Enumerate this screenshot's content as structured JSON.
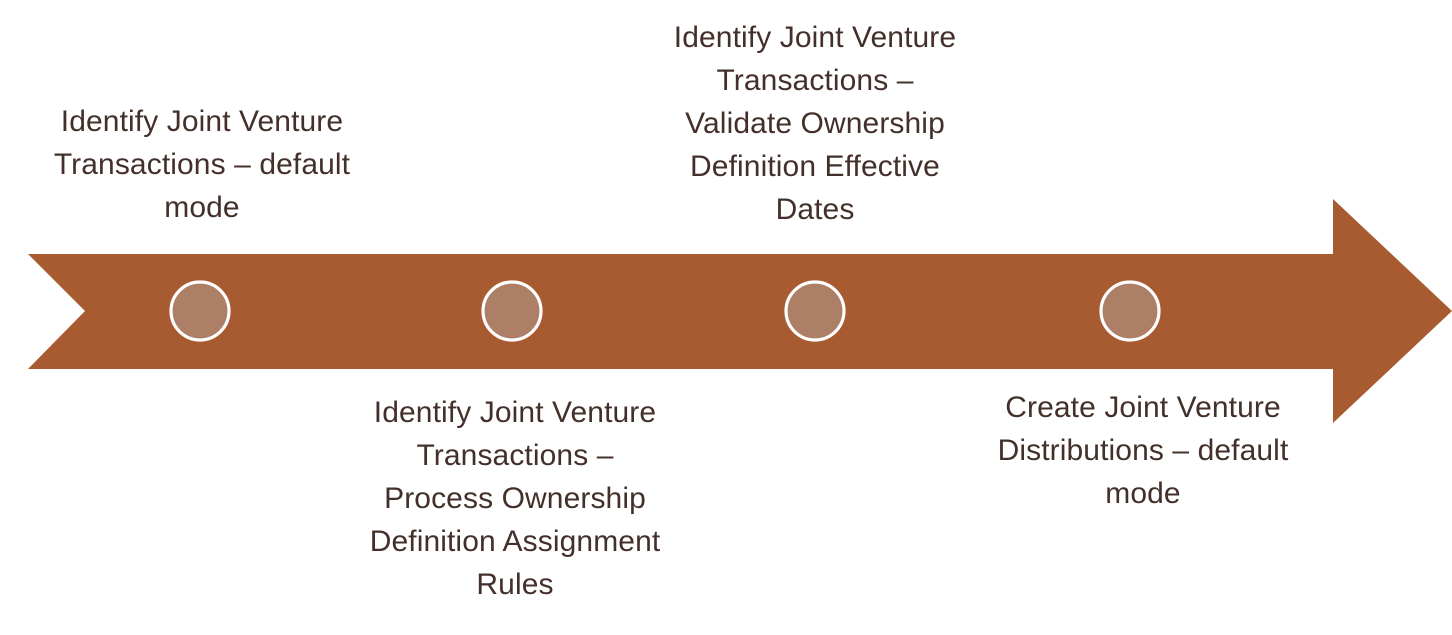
{
  "diagram": {
    "type": "process-arrow-timeline",
    "title_visible": false,
    "colors": {
      "arrow_fill": "#a85a31",
      "marker_fill": "#ad7f66",
      "marker_stroke": "#ffffff",
      "text": "#44302a",
      "background": "#ffffff"
    },
    "arrow": {
      "direction": "right",
      "tail_notch": true,
      "marker_count": 4
    },
    "steps": [
      {
        "index": 1,
        "marker_name": "milestone-marker-1",
        "label_position": "above",
        "label": "Identify Joint Venture\nTransactions – default\nmode"
      },
      {
        "index": 2,
        "marker_name": "milestone-marker-2",
        "label_position": "below",
        "label": "Identify Joint Venture\nTransactions –\nProcess Ownership\nDefinition Assignment\nRules"
      },
      {
        "index": 3,
        "marker_name": "milestone-marker-3",
        "label_position": "above",
        "label": "Identify Joint Venture\nTransactions –\nValidate Ownership\nDefinition Effective\nDates"
      },
      {
        "index": 4,
        "marker_name": "milestone-marker-4",
        "label_position": "below",
        "label": "Create Joint Venture\nDistributions – default\nmode"
      }
    ]
  }
}
